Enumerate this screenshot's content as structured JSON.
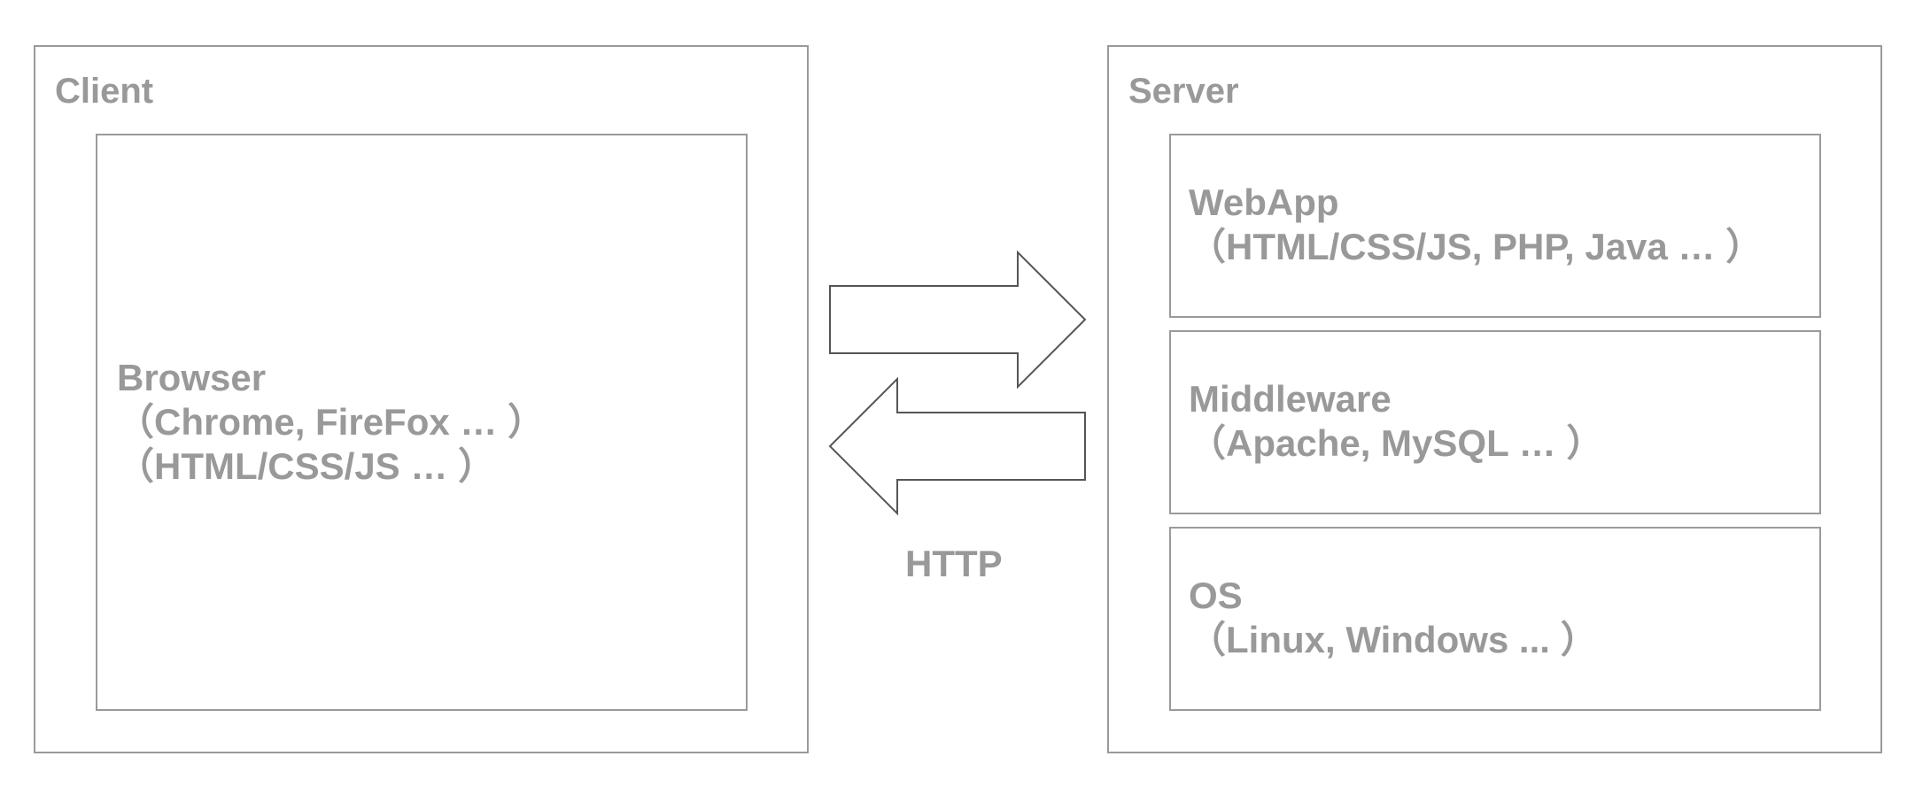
{
  "client": {
    "title": "Client",
    "browser": {
      "name": "Browser",
      "line1": "（Chrome, FireFox … ）",
      "line2": "（HTML/CSS/JS … ）"
    }
  },
  "server": {
    "title": "Server",
    "layers": [
      {
        "name": "WebApp",
        "detail": "（HTML/CSS/JS, PHP, Java … ）"
      },
      {
        "name": "Middleware",
        "detail": "（Apache, MySQL … ）"
      },
      {
        "name": "OS",
        "detail": "（Linux, Windows ... ）"
      }
    ]
  },
  "connection": {
    "protocol": "HTTP"
  },
  "colors": {
    "text": "#999999",
    "border": "#9a9a9a",
    "arrow_stroke": "#555555"
  }
}
